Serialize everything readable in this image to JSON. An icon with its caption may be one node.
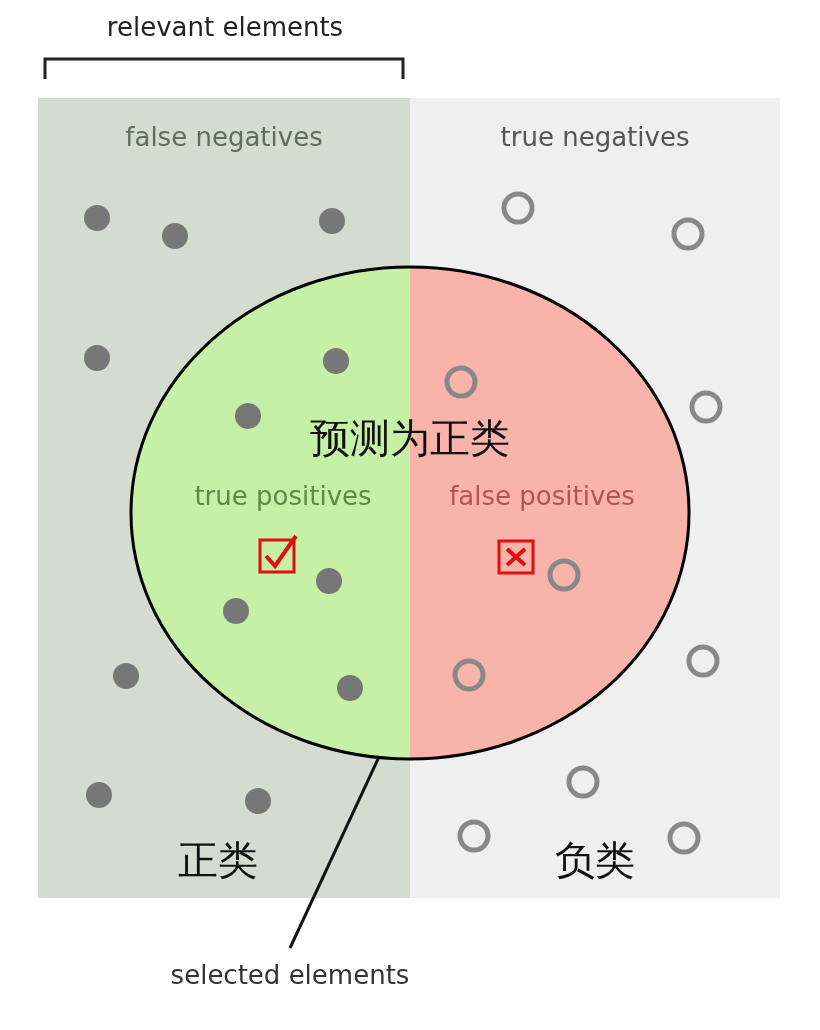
{
  "diagram": {
    "nodes": [
      {
        "text": [
          "false negatives",
          "正类"
        ]
      },
      {
        "text": [
          "true negatives",
          "负类"
        ]
      },
      {
        "text": [
          "预测为正类"
        ]
      },
      {
        "text": [
          "true positives"
        ]
      },
      {
        "text": [
          "false positives"
        ]
      },
      {
        "text": [
          "selected elements"
        ]
      }
    ],
    "edges": [
      {
        "from": 5,
        "to": 2,
        "arrow": "none"
      }
    ],
    "labels": [
      "relevant elements"
    ]
  }
}
